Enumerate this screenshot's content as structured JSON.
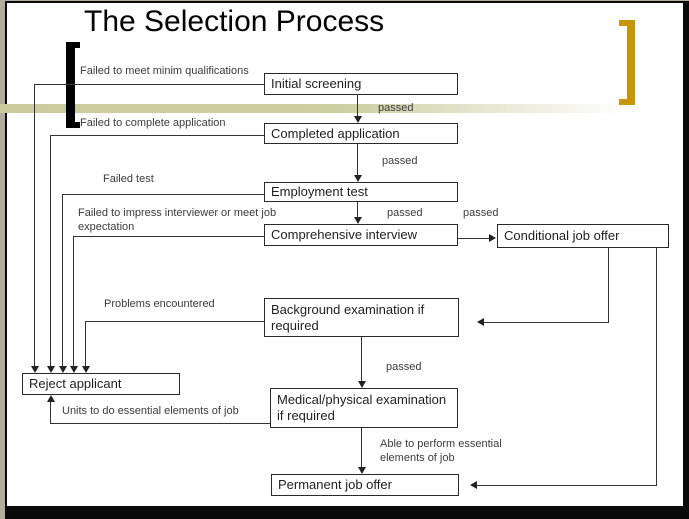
{
  "title": "The Selection Process",
  "nodes": [
    {
      "name": "initial-screening",
      "label": "Initial screening"
    },
    {
      "name": "completed-application",
      "label": "Completed application"
    },
    {
      "name": "employment-test",
      "label": "Employment test"
    },
    {
      "name": "comprehensive-interview",
      "label": "Comprehensive interview"
    },
    {
      "name": "conditional-job-offer",
      "label": "Conditional job offer"
    },
    {
      "name": "background-examination",
      "label": "Background examination if required"
    },
    {
      "name": "reject-applicant",
      "label": "Reject applicant"
    },
    {
      "name": "medical-examination",
      "label": "Medical/physical examination if required"
    },
    {
      "name": "permanent-job-offer",
      "label": "Permanent job offer"
    }
  ],
  "labels": {
    "passed": "passed",
    "fail_minim": "Failed to meet minim qualifications",
    "fail_complete": "Failed to complete application",
    "fail_test": "Failed test",
    "fail_impress": "Failed to impress interviewer or meet job expectation",
    "problems": "Problems encountered",
    "units": "Units to do essential elements of job",
    "able": "Able to perform essential elements of job"
  },
  "colors": {
    "frame_background": "#b1ae9e",
    "band": "#cbcb9e",
    "bracket_gold": "#c8960a",
    "line": "#333333"
  }
}
